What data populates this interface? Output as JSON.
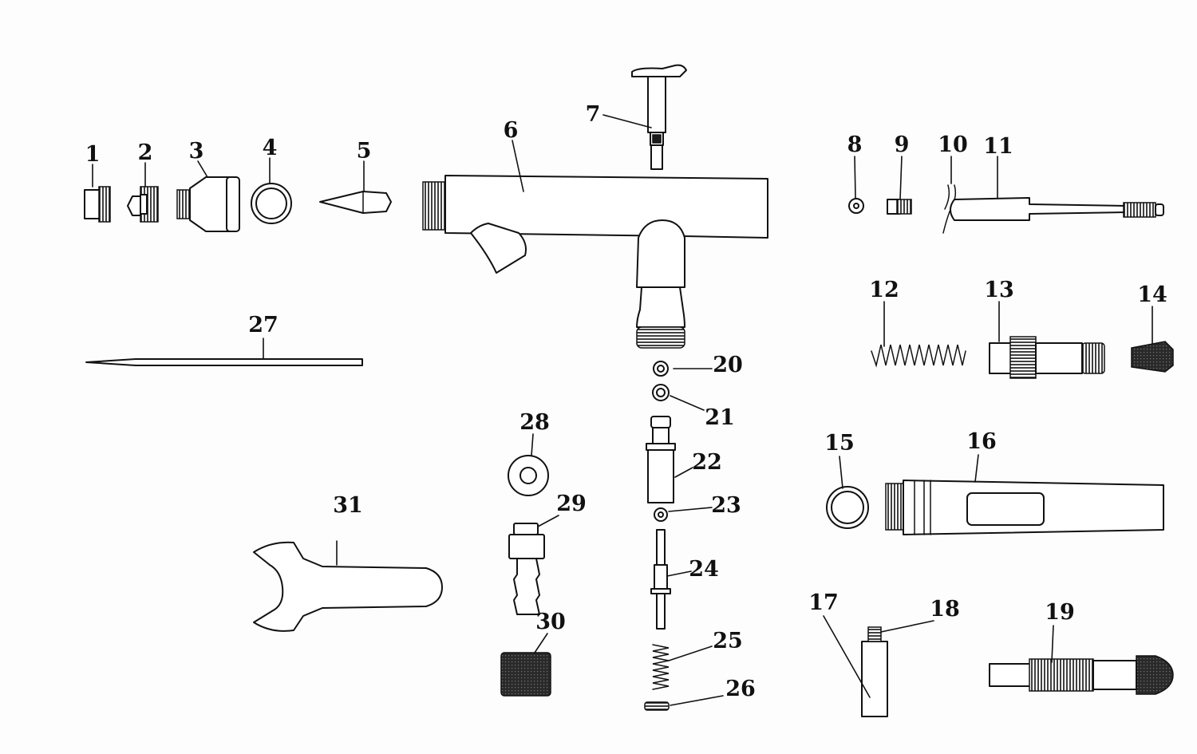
{
  "labels": {
    "p1": "1",
    "p2": "2",
    "p3": "3",
    "p4": "4",
    "p5": "5",
    "p6": "6",
    "p7": "7",
    "p8": "8",
    "p9": "9",
    "p10": "10",
    "p11": "11",
    "p12": "12",
    "p13": "13",
    "p14": "14",
    "p15": "15",
    "p16": "16",
    "p17": "17",
    "p18": "18",
    "p19": "19",
    "p20": "20",
    "p21": "21",
    "p22": "22",
    "p23": "23",
    "p24": "24",
    "p25": "25",
    "p26": "26",
    "p27": "27",
    "p28": "28",
    "p29": "29",
    "p30": "30",
    "p31": "31"
  },
  "colors": {
    "ink": "#111111",
    "paper": "#fdfdfd"
  }
}
